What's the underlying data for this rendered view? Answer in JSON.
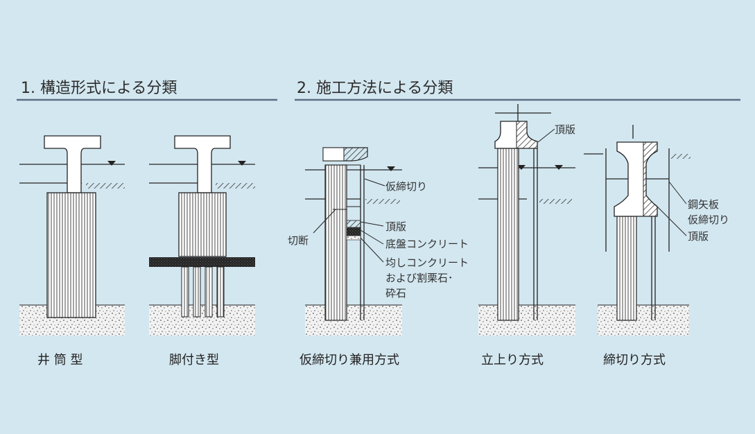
{
  "headers": {
    "structure": "1. 構造形式による分類",
    "method": "2. 施工方法による分類"
  },
  "captions": {
    "fig1": "井 筒 型",
    "fig2": "脚付き型",
    "fig3": "仮締切り兼用方式",
    "fig4": "立上り方式",
    "fig5": "締切り方式"
  },
  "labels": {
    "kari_shimekiri": "仮締切り",
    "setsudan": "切断",
    "chouhan_a": "頂版",
    "teiban": "底盤コンクリート",
    "narashi_1": "均しコンクリート",
    "narashi_2": "および割栗石･",
    "narashi_3": "砕石",
    "chouhan_b": "頂版",
    "kouyaita": "鋼矢板",
    "kari_shimekiri_c": "仮締切り",
    "chouhan_c": "頂版"
  },
  "colors": {
    "background": "#d3e7f0",
    "rule": "#5a6f86"
  }
}
